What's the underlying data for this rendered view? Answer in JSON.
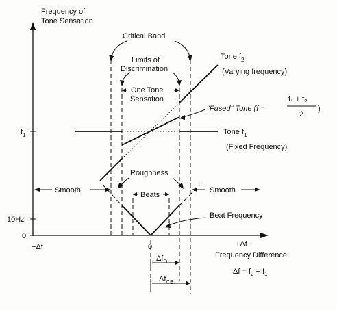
{
  "y_axis_title_line1": "Frequency of",
  "y_axis_title_line2": "Tone Sensation",
  "critical_band": "Critical Band",
  "limits_line1": "Limits of",
  "limits_line2": "Discrimination",
  "one_tone_line1": "One Tone",
  "one_tone_line2": "Sensation",
  "tone_f2": "Tone f",
  "tone_f2_sub": "2",
  "tone_f2_desc": "(Varying frequency)",
  "fused_tone": "\"Fused\" Tone (f =",
  "fused_numerator": "f",
  "fused_num_sub1": "1",
  "fused_plus": " + f",
  "fused_num_sub2": "2",
  "fused_close": ")",
  "fused_denominator": "2",
  "tone_f1": "Tone f",
  "tone_f1_sub": "1",
  "tone_f1_desc": "(Fixed Frequency)",
  "y_tick_f1": "f",
  "y_tick_f1_sub": "1",
  "y_tick_10hz": "10Hz",
  "y_tick_0": "0",
  "roughness": "Roughness",
  "smooth_left": "Smooth",
  "beats": "Beats",
  "smooth_right": "Smooth",
  "beat_frequency": "Beat Frequency",
  "x_neg": "−Δf",
  "x_zero": "0",
  "x_pos": "+Δf",
  "x_axis_title": "Frequency Difference",
  "delta_eq": "Δf = f",
  "delta_eq_sub1": "2",
  "delta_eq_mid": " − f",
  "delta_eq_sub2": "1",
  "delta_fd": "Δf",
  "delta_fd_sub": "D",
  "delta_fcb": "Δf",
  "delta_fcb_sub": "CB"
}
